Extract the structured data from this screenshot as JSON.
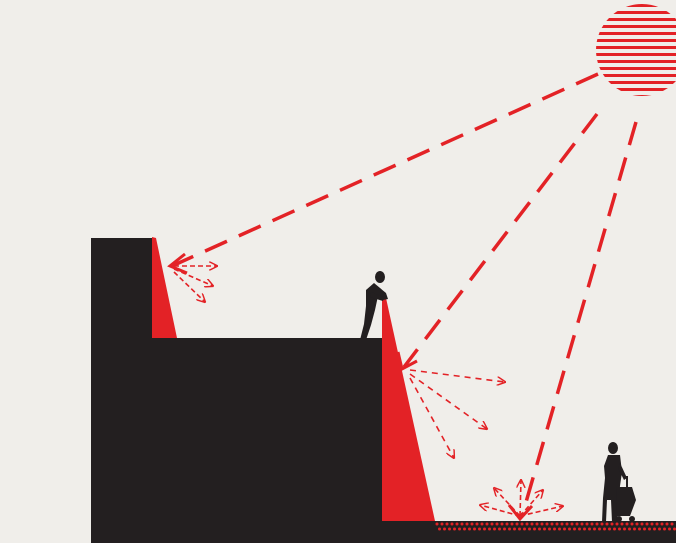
{
  "diagram": {
    "background_color": "#f0eeea",
    "building_color": "#231f20",
    "accent_color": "#e32226",
    "figure_color": "#231f20",
    "elements": {
      "sun": "striped-sun",
      "building": "stepped-building-section",
      "upper_reflector": "angled-red-wall-upper",
      "terrace_reflector": "angled-red-wall-terrace",
      "person_upper": "person-leaning-on-parapet",
      "person_ground": "person-with-stroller",
      "ground": "dotted-ground-line"
    }
  }
}
